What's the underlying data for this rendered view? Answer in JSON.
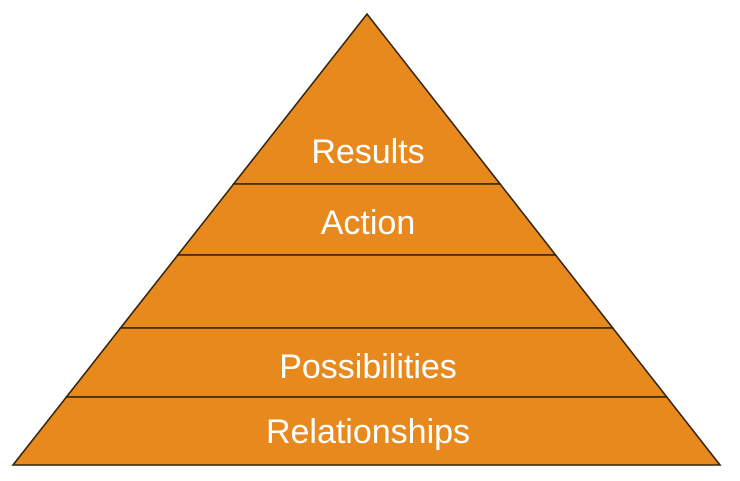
{
  "diagram": {
    "type": "pyramid",
    "levels": [
      {
        "label": "Results"
      },
      {
        "label": "Action"
      },
      {
        "label": ""
      },
      {
        "label": "Possibilities"
      },
      {
        "label": "Relationships"
      }
    ]
  },
  "colors": {
    "tier_fill": "#E8891D",
    "outline": "#33250B",
    "label_text": "#FFFFFF",
    "background": "#FFFFFF"
  }
}
